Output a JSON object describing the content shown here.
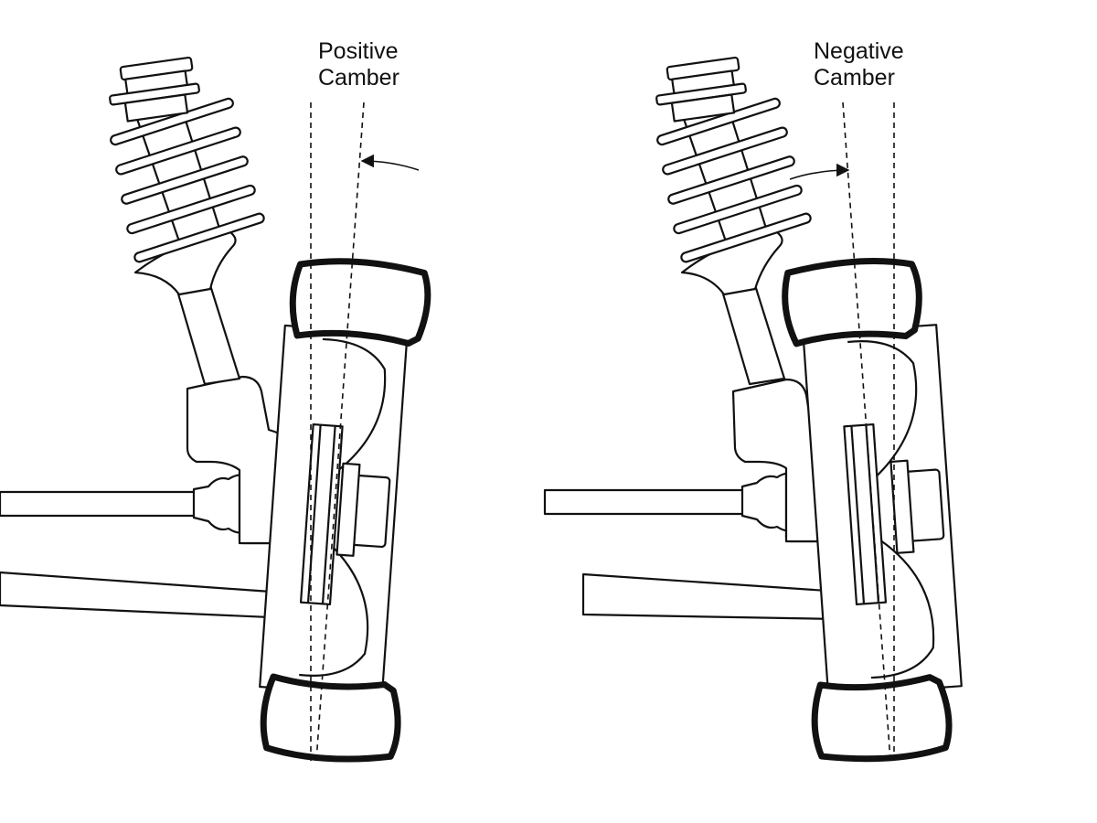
{
  "labels": {
    "positive": {
      "line1": "Positive",
      "line2": "Camber"
    },
    "negative": {
      "line1": "Negative",
      "line2": "Camber"
    }
  },
  "colors": {
    "stroke": "#111111",
    "fill": "#ffffff",
    "tire": "#111111"
  }
}
